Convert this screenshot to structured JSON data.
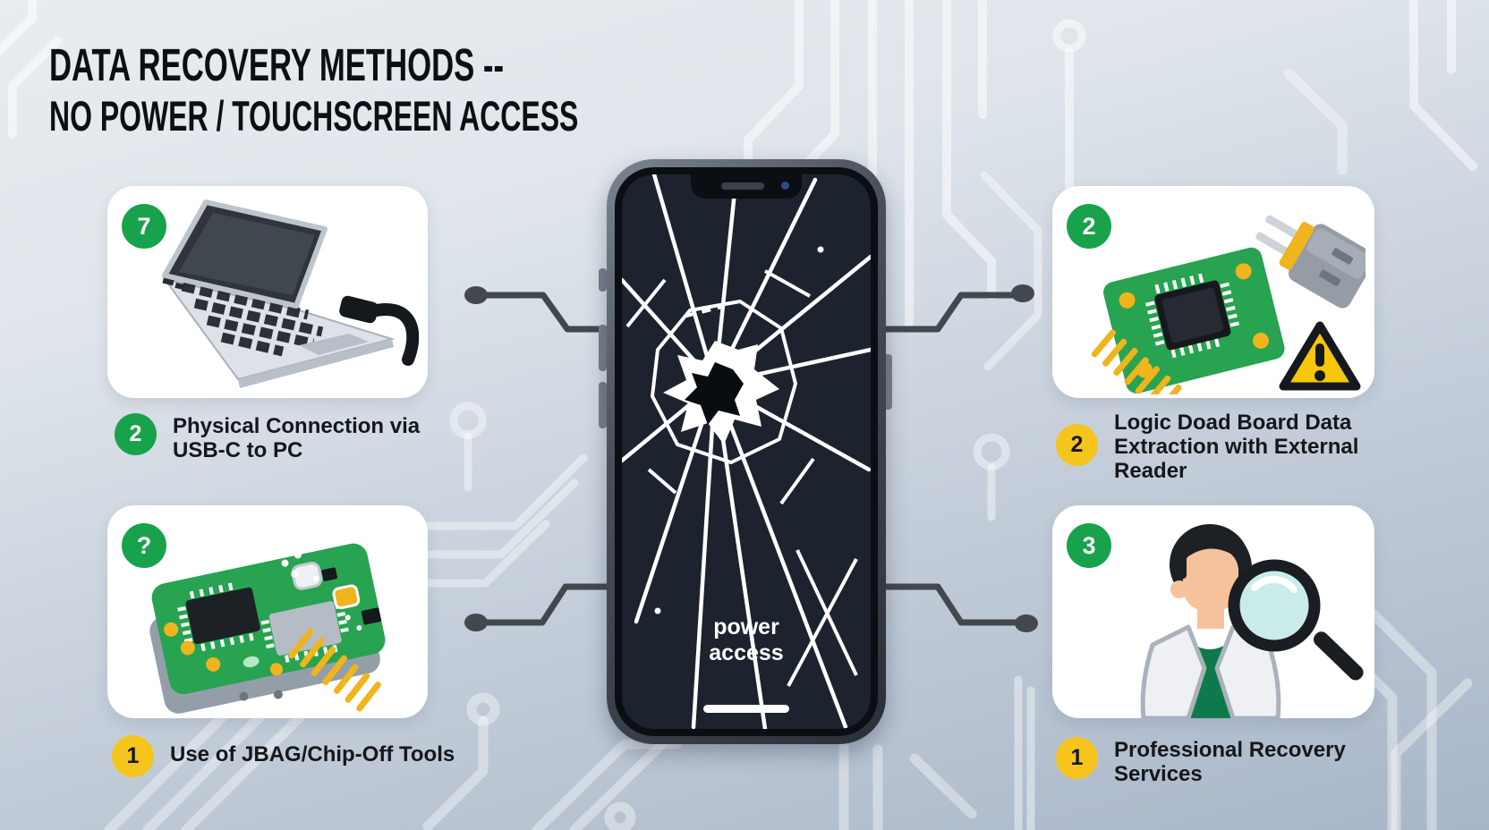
{
  "title": {
    "line1": "DATA RECOVERY METHODS --",
    "line2": "NO POWER / TOUCHSCREEN ACCESS"
  },
  "phone": {
    "label_line1": "power",
    "label_line2": "access"
  },
  "cards": {
    "usb": {
      "corner_badge": "7",
      "caption_badge": "2",
      "caption": "Physical Connection via USB-C to PC"
    },
    "jtag": {
      "corner_badge": "?",
      "caption_badge": "1",
      "caption": "Use of JBAG/Chip-Off Tools"
    },
    "reader": {
      "corner_badge": "2",
      "caption_badge": "2",
      "caption": "Logic Doad Board Data Extraction with External Reader"
    },
    "pro": {
      "corner_badge": "3",
      "caption_badge": "1",
      "caption": "Professional Recovery Services"
    }
  },
  "colors": {
    "badge_green": "#18a24b",
    "badge_yellow": "#f5c51d",
    "pcb_green": "#27a351",
    "pin_yellow": "#f0b41c",
    "warning_yellow": "#f7c60a",
    "card_white": "#ffffff",
    "text_dark": "#15171a",
    "phone_screen": "#1c232e",
    "connector_gray": "#43484f"
  }
}
